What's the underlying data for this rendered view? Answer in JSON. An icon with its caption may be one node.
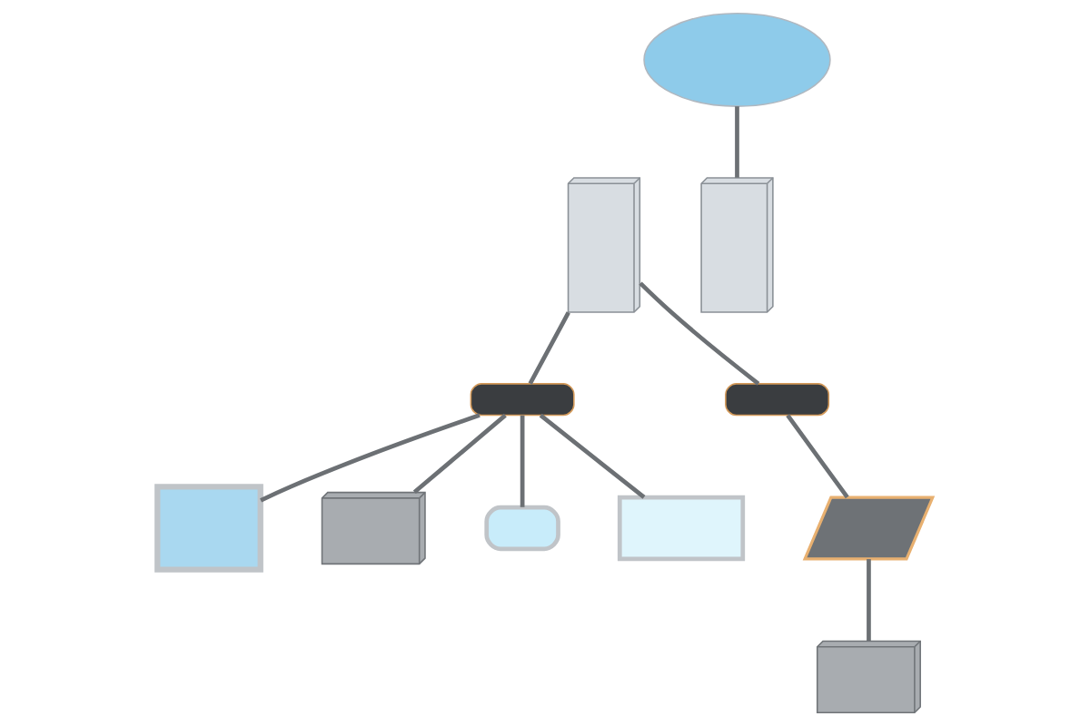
{
  "diagram": {
    "nodes": [
      {
        "text": [],
        "shape": "cloud"
      },
      {
        "text": [],
        "shape": "server"
      },
      {
        "text": [],
        "shape": "server"
      },
      {
        "text": [],
        "shape": "router"
      },
      {
        "text": [],
        "shape": "router"
      },
      {
        "text": [],
        "shape": "computer"
      },
      {
        "text": [],
        "shape": "printer"
      },
      {
        "text": [],
        "shape": "phone"
      },
      {
        "text": [],
        "shape": "tablet"
      },
      {
        "text": [],
        "shape": "laptop"
      },
      {
        "text": [],
        "shape": "printer"
      }
    ],
    "edges": [
      {
        "from": 0,
        "to": 2,
        "arrow": "none"
      },
      {
        "from": 1,
        "to": 3,
        "arrow": "none"
      },
      {
        "from": 1,
        "to": 4,
        "arrow": "none"
      },
      {
        "from": 3,
        "to": 5,
        "arrow": "none"
      },
      {
        "from": 3,
        "to": 6,
        "arrow": "none"
      },
      {
        "from": 3,
        "to": 7,
        "arrow": "none"
      },
      {
        "from": 3,
        "to": 8,
        "arrow": "none"
      },
      {
        "from": 4,
        "to": 9,
        "arrow": "none"
      },
      {
        "from": 9,
        "to": 10,
        "arrow": "none"
      }
    ]
  }
}
